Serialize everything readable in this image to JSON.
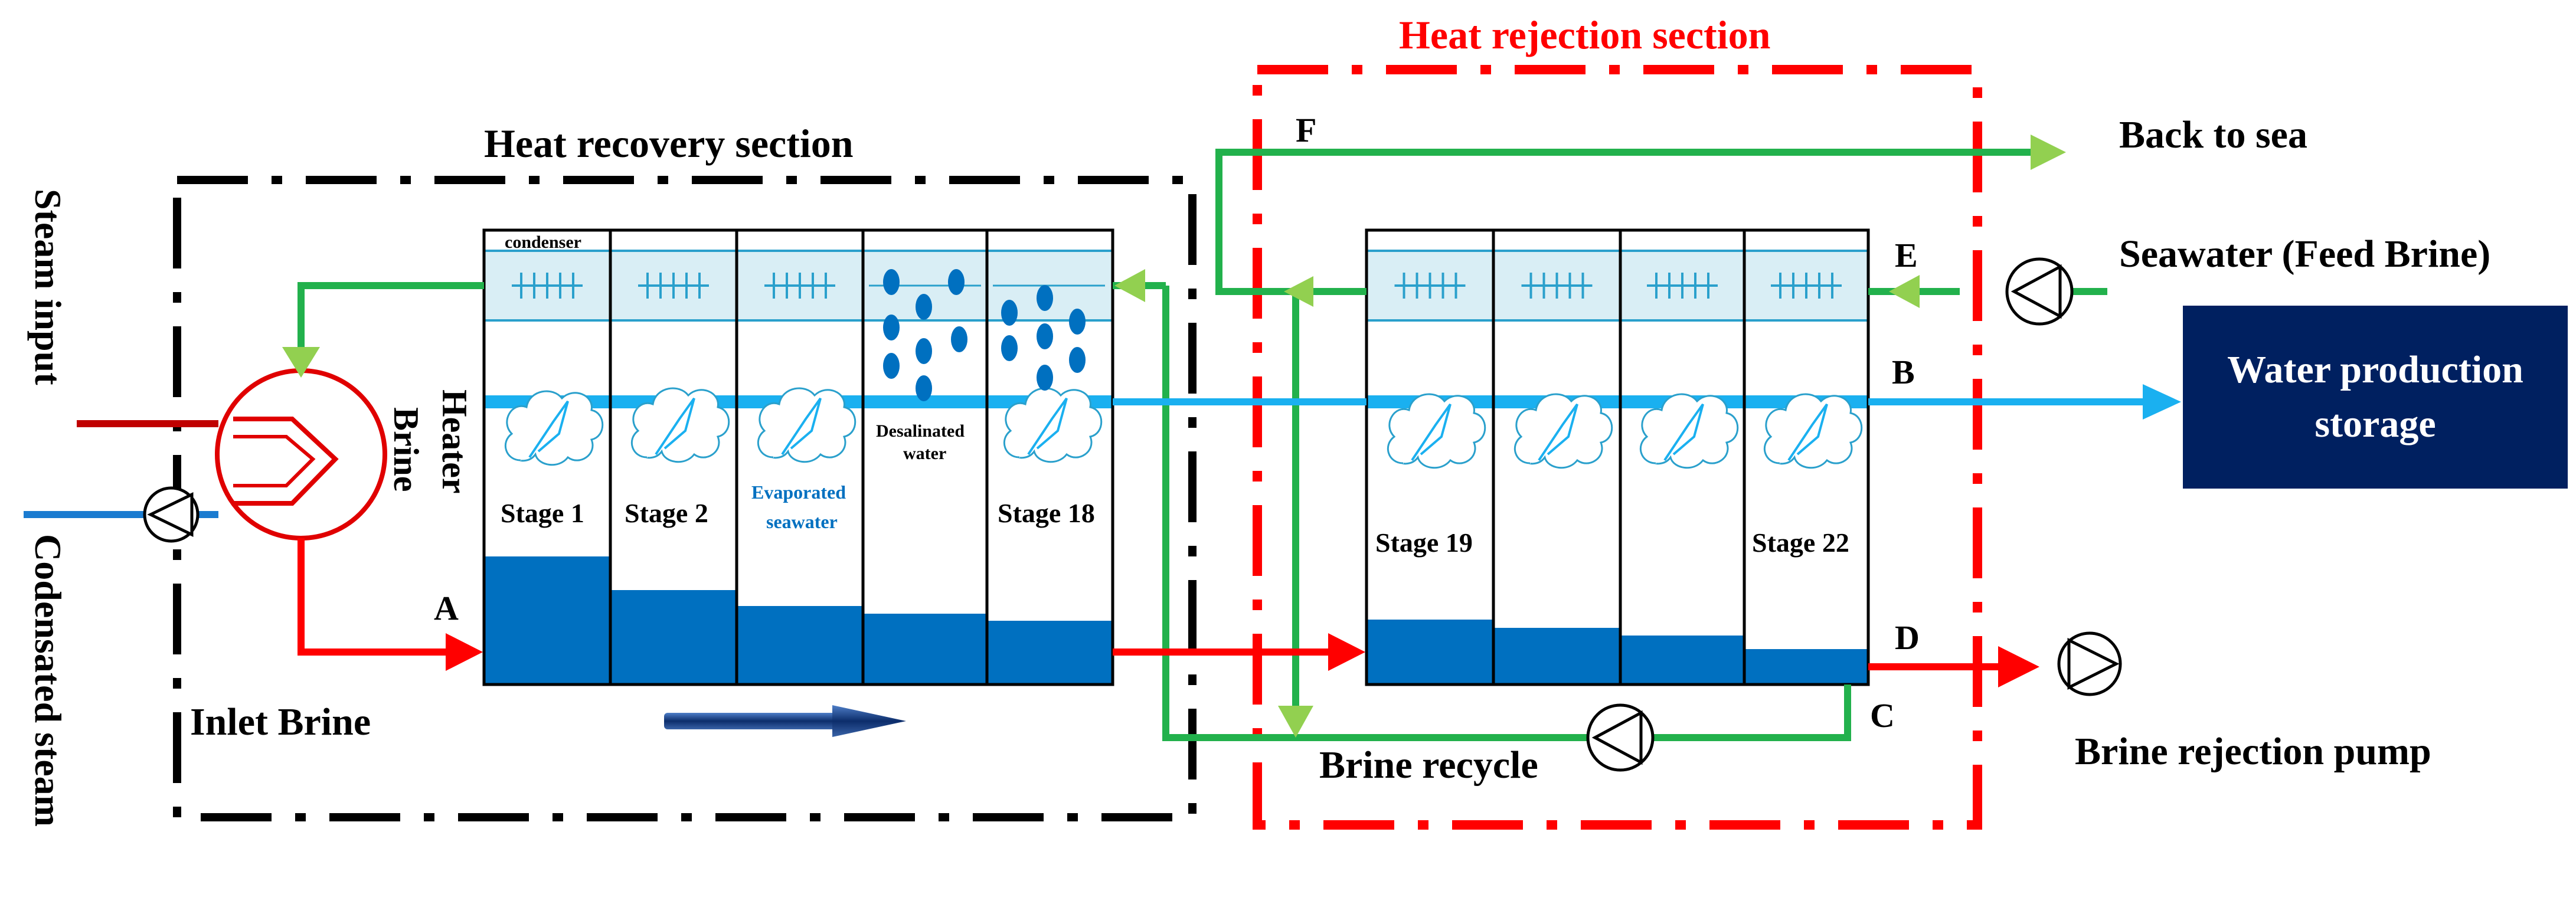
{
  "sections": {
    "heat_recovery": "Heat recovery section",
    "heat_rejection": "Heat rejection section"
  },
  "labels": {
    "steam_input": "Steam input",
    "condensed_steam": "Codensated steam",
    "brine_heater_1": "Brine",
    "brine_heater_2": "Heater",
    "inlet_brine": "Inlet Brine",
    "back_to_sea": "Back to sea",
    "seawater_feed": "Seawater (Feed Brine)",
    "water_production_1": "Water production",
    "water_production_2": "storage",
    "brine_recycle": "Brine recycle",
    "brine_rejection_pump": "Brine rejection pump",
    "condenser": "condenser",
    "evaporated_1": "Evaporated",
    "evaporated_2": "seawater",
    "desalinated_1": "Desalinated",
    "desalinated_2": "water"
  },
  "points": {
    "A": "A",
    "B": "B",
    "C": "C",
    "D": "D",
    "E": "E",
    "F": "F"
  },
  "stages": {
    "stage_1": "Stage 1",
    "stage_2": "Stage 2",
    "stage_18": "Stage 18",
    "stage_19": "Stage 19",
    "stage_22": "Stage 22"
  },
  "colors": {
    "steam": "#c00000",
    "brine_hot": "#ff0000",
    "seawater": "#22b14c",
    "distillate": "#1ab0f0",
    "brine_pool": "#0070c0",
    "condenser": "#d9eef5",
    "rejection_border": "#ff0000",
    "recovery_border": "#000000",
    "storage_box": "#002060",
    "evaporated_text": "#0070c0"
  },
  "icons": [
    "pump-icon",
    "heat-exchanger-icon",
    "flow-direction-arrow-icon",
    "vapor-cloud-icon"
  ]
}
